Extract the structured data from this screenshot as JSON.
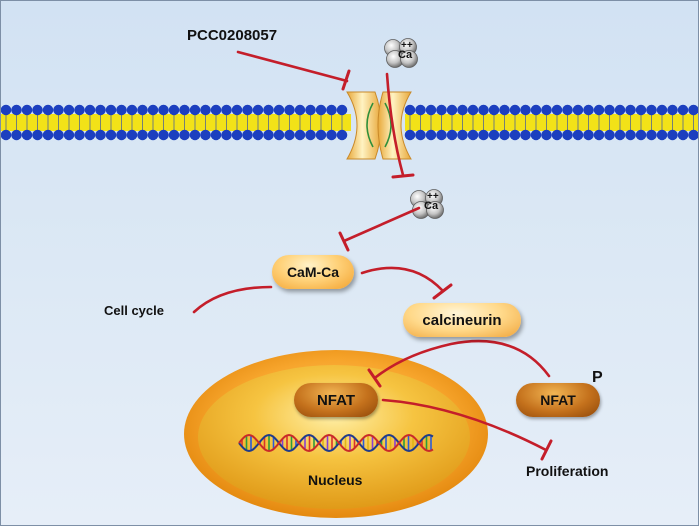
{
  "labels": {
    "inhibitor": "PCC0208057",
    "ion_top": "Ca",
    "ion_top_charge": "++",
    "ion_mid": "Ca",
    "ion_mid_charge": "++",
    "cam_ca": "CaM-Ca",
    "calcineurin": "calcineurin",
    "cell_cycle": "Cell cycle",
    "nfat_nucleus": "NFAT",
    "nfat_cytoplasm": "NFAT",
    "phospho": "P",
    "nucleus": "Nucleus",
    "proliferation": "Proliferation"
  },
  "colors": {
    "arrow": "#c41e2a",
    "membrane_head": "#1c3fbf",
    "membrane_tail": "#f2e218",
    "nucleus_outer": "#f5a12a",
    "nucleus_inner": "#f7c13d",
    "channel": "#f4c85a"
  }
}
